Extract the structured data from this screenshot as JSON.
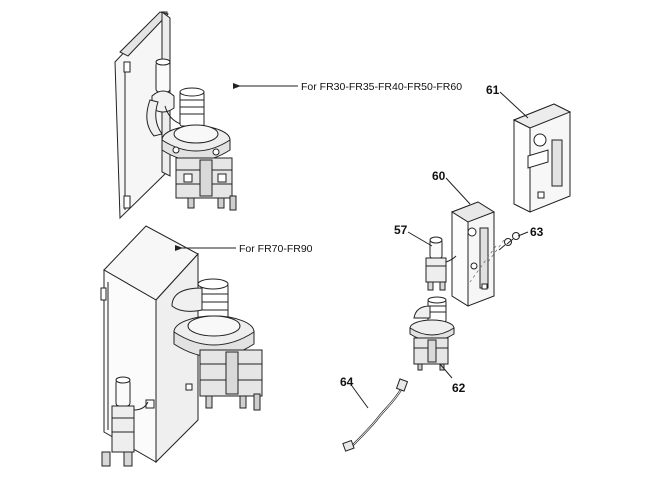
{
  "labels": {
    "variant_top": "For FR30-FR35-FR40-FR50-FR60",
    "variant_bottom": "For FR70-FR90"
  },
  "callouts": {
    "p57": "57",
    "p60": "60",
    "p61": "61",
    "p62": "62",
    "p63": "63",
    "p64": "64"
  }
}
